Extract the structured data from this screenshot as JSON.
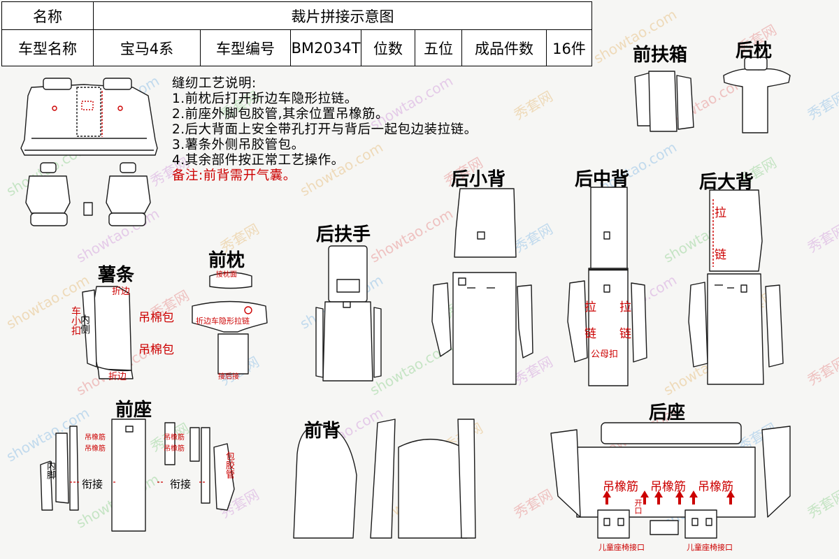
{
  "header": {
    "name_label": "名称",
    "name_value": "裁片拼接示意图",
    "model_name_label": "车型名称",
    "model_name_value": "宝马4系",
    "model_code_label": "车型编号",
    "model_code_value": "BM2034T",
    "seats_label": "位数",
    "seats_value": "五位",
    "pieces_label": "成品件数",
    "pieces_value": "16件"
  },
  "notes": {
    "heading": "缝纫工艺说明:",
    "lines": [
      "1.前枕后打开折边车隐形拉链。",
      "2.前座外脚包胶管,其余位置吊橡筋。",
      "2.后大背面上安全带孔打开与背后一起包边装拉链。",
      "3.薯条外侧吊胶管包。",
      "4.其余部件按正常工艺操作。"
    ],
    "remark": "备注:前背需开气囊。"
  },
  "parts": {
    "front_armbox": "前扶箱",
    "rear_headrest": "后枕",
    "rear_small_back": "后小背",
    "rear_middle_back": "后中背",
    "rear_large_back": "后大背",
    "rear_armrest": "后扶手",
    "fries": "薯条",
    "front_headrest": "前枕",
    "front_seat": "前座",
    "front_back": "前背",
    "rear_seat": "后座"
  },
  "labels": {
    "fold_edge": "折边",
    "hang_cotton_wrap": "吊棉包",
    "inner_side": "内侧",
    "car_small_buckle": "车小扣",
    "connect_pillow": "接枕面",
    "fold_hidden_zipper": "折边车隐形拉链",
    "connect_back": "接后接",
    "pull": "拉",
    "chain": "链",
    "snap_button": "公母扣",
    "hang_elastic": "吊橡筋",
    "inner_foot": "内脚",
    "joint": "衔接",
    "wrap_tube": "包胶管",
    "opening": "开口",
    "child_seat_port": "儿童座椅接口"
  },
  "watermark": {
    "site": "showtao.com",
    "brand": "秀套网"
  },
  "colors": {
    "outline": "#1a1a1a",
    "annotation_red": "#cc0000",
    "background": "#f6f6f4"
  }
}
